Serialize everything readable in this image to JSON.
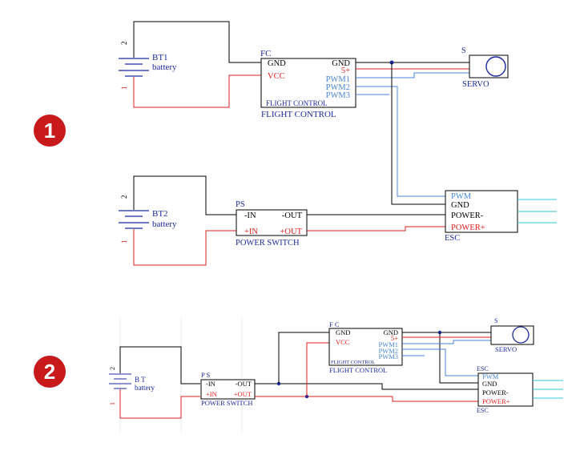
{
  "colors": {
    "wire_black": "#000000",
    "wire_red": "#e0201e",
    "wire_blue": "#4a86d8",
    "wire_cyan": "#30c8d8",
    "label_blue": "#1c2aa0",
    "text_red": "#e0201e",
    "badge_red": "#c8191b"
  },
  "badges": [
    "1",
    "2"
  ],
  "diagram1": {
    "bt1": {
      "ref": "BT1",
      "name": "battery",
      "pin_top": "2",
      "pin_bottom": "1"
    },
    "fc": {
      "ref": "FC",
      "left_pins": [
        "GND",
        "VCC"
      ],
      "right_pins": [
        "GND",
        "5+",
        "PWM1",
        "PWM2",
        "PWM3"
      ],
      "inner_label": "FLIGHT CONTROL",
      "name": "FLIGHT CONTROL"
    },
    "servo": {
      "ref": "S",
      "name": "SERVO"
    },
    "bt2": {
      "ref": "BT2",
      "name": "battery",
      "pin_top": "2",
      "pin_bottom": "1"
    },
    "ps": {
      "ref": "PS",
      "left_pins": [
        "-IN",
        "+IN"
      ],
      "right_pins": [
        "-OUT",
        "+OUT"
      ],
      "name": "POWER SWITCH"
    },
    "esc": {
      "ref": "ESC",
      "pins": [
        "PWM",
        "GND",
        "POWER-",
        "POWER+"
      ]
    }
  },
  "diagram2": {
    "bt": {
      "ref": "B T",
      "name": "battery",
      "pin_top": "2",
      "pin_bottom": "1"
    },
    "ps": {
      "ref": "P S",
      "left_pins": [
        "-IN",
        "+IN"
      ],
      "right_pins": [
        "-OUT",
        "+OUT"
      ],
      "name": "POWER SWITCH"
    },
    "fc": {
      "ref": "F C",
      "left_pins": [
        "GND",
        "VCC"
      ],
      "right_pins": [
        "GND",
        "5+",
        "PWM1",
        "PWM2",
        "PWM3"
      ],
      "inner_label": "FLIGHT CONTROL",
      "name": "FLIGHT CONTROL"
    },
    "servo": {
      "ref": "S",
      "name": "SERVO"
    },
    "esc": {
      "ref": "ESC",
      "pins": [
        "PWM",
        "GND",
        "POWER-",
        "POWER+"
      ],
      "name": "ESC"
    }
  }
}
